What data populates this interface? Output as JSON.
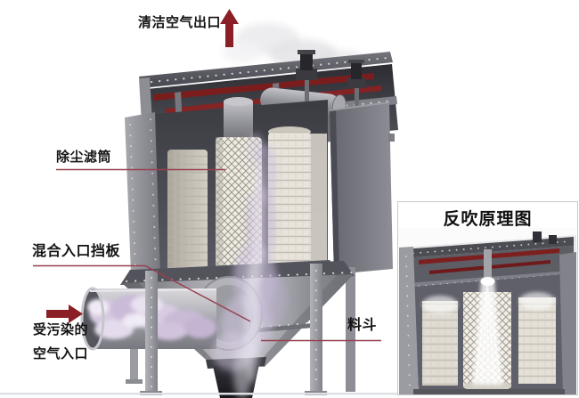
{
  "labels": {
    "clean_air_outlet": "清洁空气出口",
    "dust_filter_cartridge": "除尘滤筒",
    "mixed_inlet_baffle": "混合入口挡板",
    "polluted_air_line1": "受污染的",
    "polluted_air_line2": "空气入口",
    "hopper": "料斗"
  },
  "inset": {
    "title": "反吹原理图"
  },
  "colors": {
    "label_text": "#141414",
    "flow_arrow_red": "#8b1f26",
    "leader_line_red": "#96404e",
    "beam_red": "#7c1d1d",
    "machine_gray": "#8e8e95",
    "machine_dark": "#3b3b42",
    "filter_white": "#efece4",
    "dust_purple": "#cdc0de",
    "inset_border": "#c9c9c9",
    "background": "#ffffff"
  }
}
